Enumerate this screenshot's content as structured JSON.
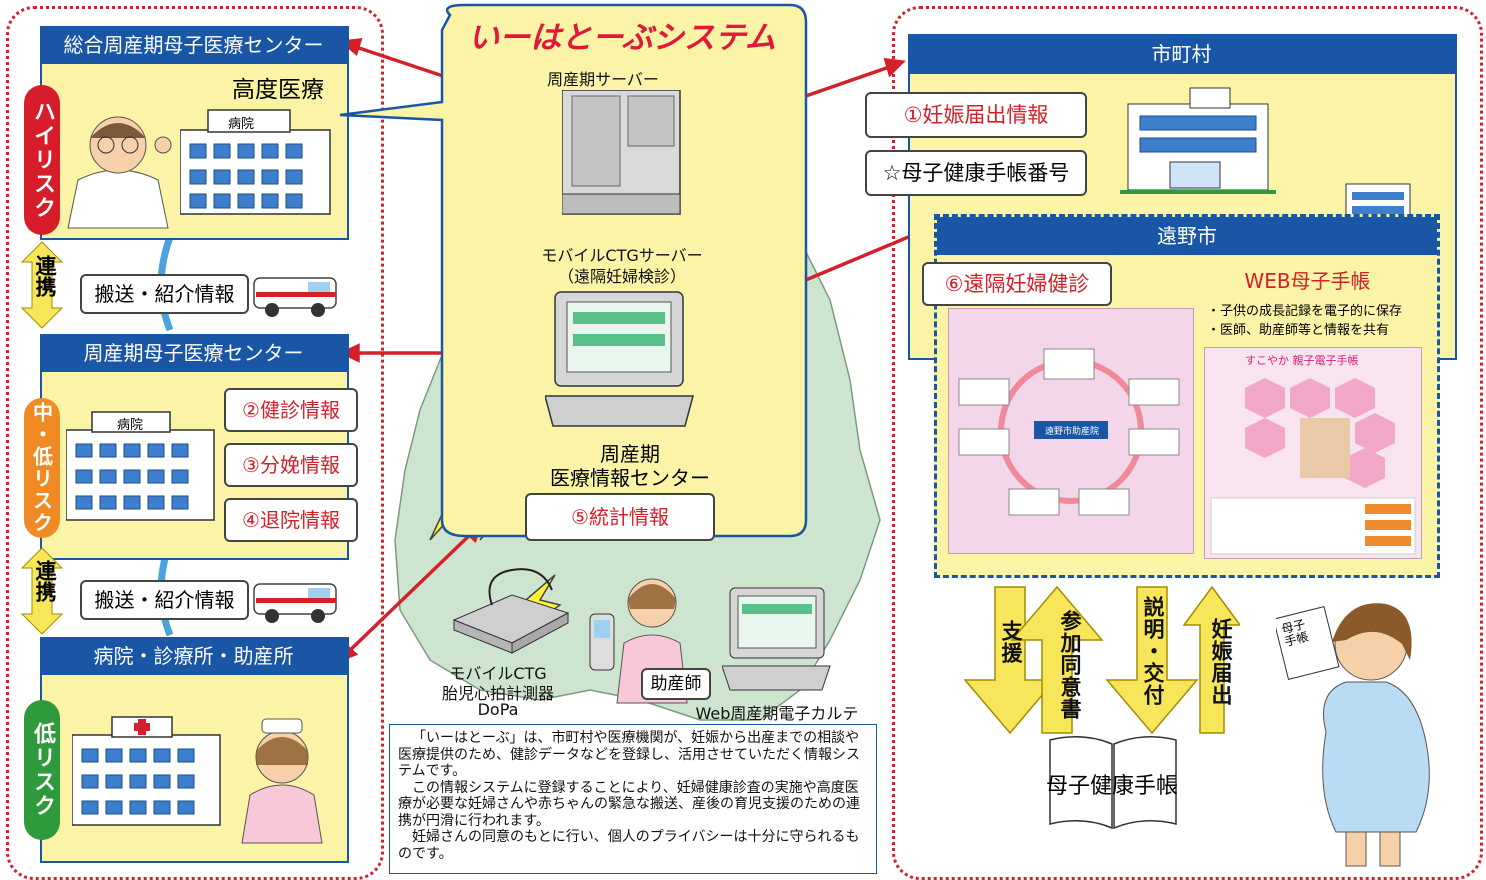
{
  "system_title": "いーはとーぶシステム",
  "left": {
    "center1_title": "総合周産期母子医療センター",
    "advanced_care": "高度医療",
    "hospital_label_1": "病院",
    "risk_high": "ハイリスク",
    "link_1": "連携",
    "transport_1": "搬送・紹介情報",
    "center2_title": "周産期母子医療センター",
    "risk_mid": "中・低リスク",
    "hospital_label_2": "病院",
    "info_exam": "②健診情報",
    "info_delivery": "③分娩情報",
    "info_discharge": "④退院情報",
    "link_2": "連携",
    "transport_2": "搬送・紹介情報",
    "center3_title": "病院・診療所・助産所",
    "risk_low": "低リスク"
  },
  "center": {
    "server_label": "周産期サーバー",
    "ctg_server_line1": "モバイルCTGサーバー",
    "ctg_server_line2": "（遠隔妊婦検診）",
    "info_center_line1": "周産期",
    "info_center_line2": "医療情報センター",
    "stats": "⑤統計情報",
    "mobile_ctg_line1": "モバイルCTG",
    "mobile_ctg_line2": "胎児心拍計測器",
    "mobile_ctg_line3": "DoPa",
    "midwife": "助産師",
    "web_chart": "Web周産期電子カルテ"
  },
  "right": {
    "municipality_title": "市町村",
    "pregnancy_info": "①妊娠届出情報",
    "handbook_number": "☆母子健康手帳番号",
    "tono_title": "遠野市",
    "remote_checkup": "⑥遠隔妊婦健診",
    "web_handbook_title": "WEB母子手帳",
    "web_handbook_b1": "・子供の成長記録を電子的に保存",
    "web_handbook_b2": "・医師、助産師等と情報を共有",
    "web_shot_title": "すこやか 親子電子手帳",
    "remote_shot_center": "遠野市助産院",
    "support": "支援",
    "consent": "参加同意書",
    "explain": "説明・交付",
    "notify": "妊娠届出",
    "handbook": "母子健康手帳",
    "handbook_cover_text": "母子手帳"
  },
  "description": [
    "「いーはとーぶ」は、市町村や医療機関が、妊娠から出産までの相談や医療提供のため、健診データなどを登録し、活用させていただく情報システムです。",
    "この情報システムに登録することにより、妊婦健康診査の実施や高度医療が必要な妊婦さんや赤ちゃんの緊急な搬送、産後の育児支援のための連携が円滑に行われます。",
    "妊婦さんの同意のもとに行い、個人のプライバシーは十分に守られるものです。"
  ],
  "colors": {
    "brand_blue": "#1a56a6",
    "panel_yellow": "#fbf3a6",
    "accent_red": "#d4202a",
    "risk_high": "#d81d2a",
    "risk_mid": "#ef8a24",
    "risk_low": "#2f9a3b"
  }
}
